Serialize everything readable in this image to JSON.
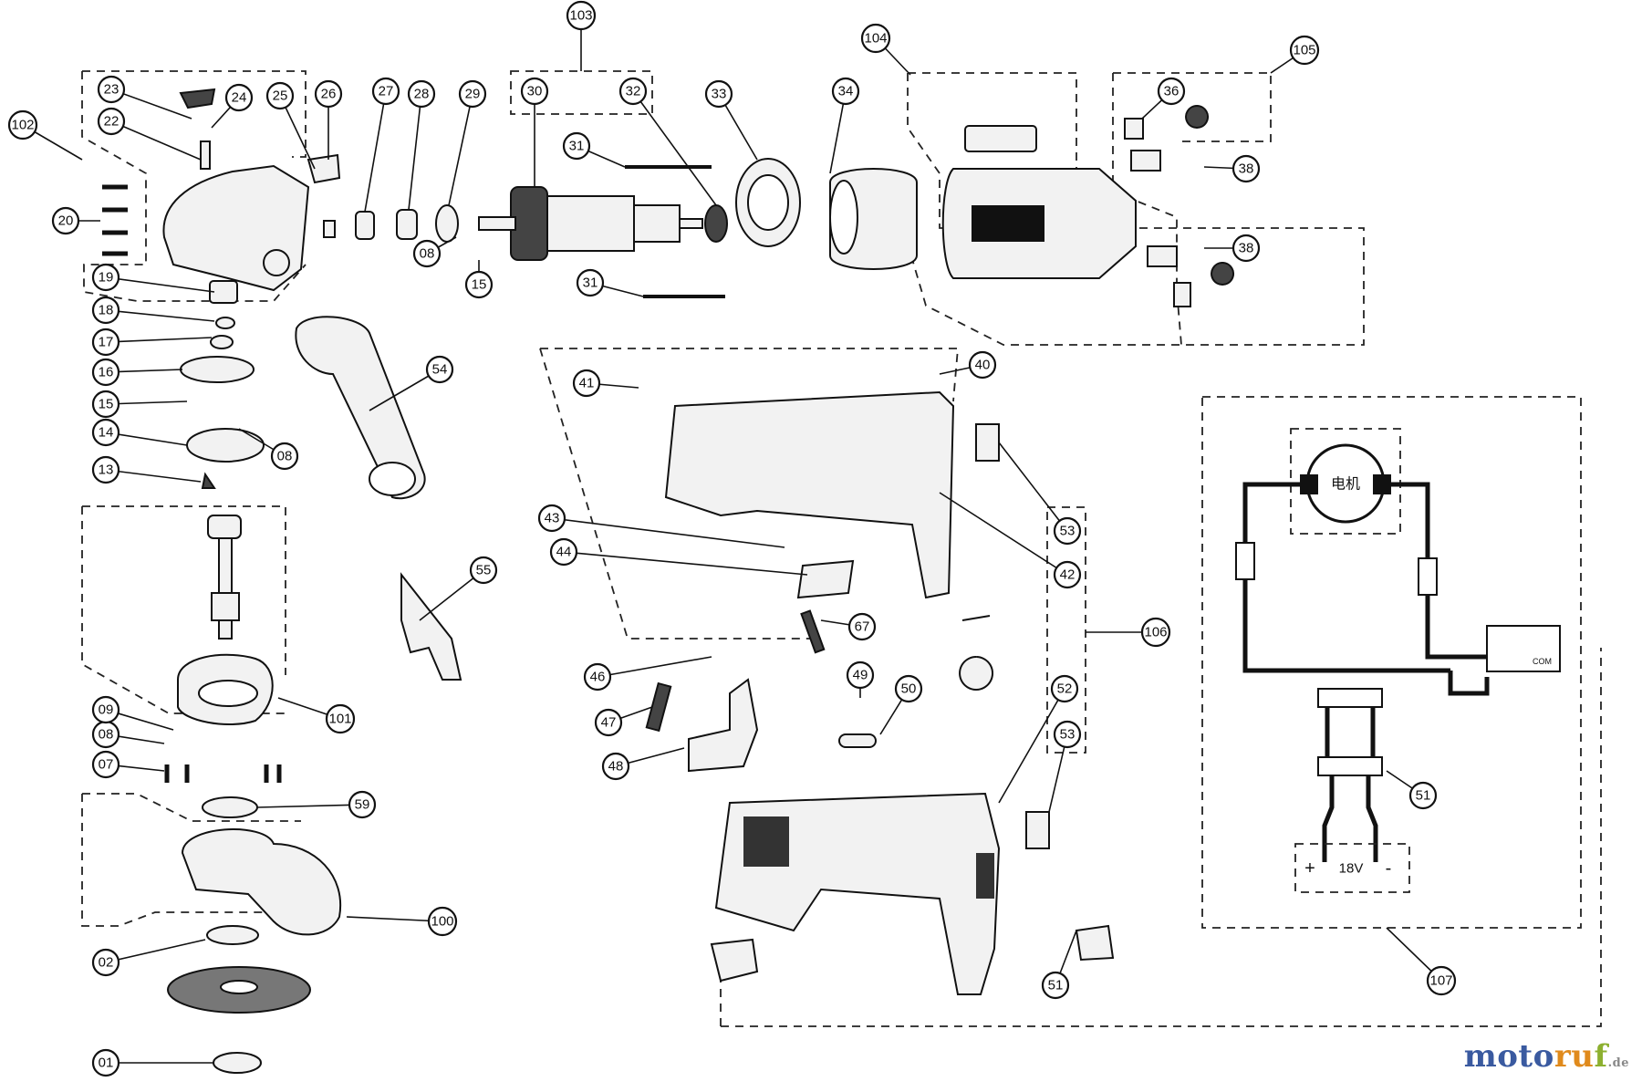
{
  "diagram": {
    "callouts": [
      "01",
      "02",
      "07",
      "08",
      "09",
      "13",
      "14",
      "15",
      "16",
      "17",
      "18",
      "19",
      "20",
      "22",
      "23",
      "24",
      "25",
      "26",
      "27",
      "28",
      "29",
      "30",
      "31",
      "32",
      "33",
      "34",
      "36",
      "38",
      "40",
      "41",
      "42",
      "43",
      "44",
      "46",
      "47",
      "48",
      "49",
      "50",
      "51",
      "52",
      "53",
      "54",
      "55",
      "59",
      "67",
      "100",
      "101",
      "102",
      "103",
      "104",
      "105",
      "106",
      "107"
    ],
    "circuit": {
      "motor_label": "电机",
      "switch_label": "COM",
      "battery_plus": "+",
      "battery_voltage": "18V",
      "battery_minus": "-"
    }
  },
  "watermark": {
    "part1": "moto",
    "part2": "ru",
    "part3": "f",
    "suffix": ".de"
  }
}
